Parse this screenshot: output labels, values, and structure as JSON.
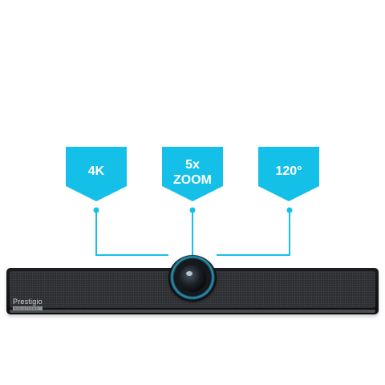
{
  "features": [
    {
      "label_line1": "4K",
      "label_line2": ""
    },
    {
      "label_line1": "5x",
      "label_line2": "ZOOM"
    },
    {
      "label_line1": "120°",
      "label_line2": ""
    }
  ],
  "device": {
    "brand": "Prestigio",
    "sub_brand": "SOLUTIONS"
  },
  "colors": {
    "accent": "#15c0e8",
    "device_body": "#2d2f33",
    "camera_ring": "#2b9fc0"
  },
  "icons": [
    "conference-camera-soundbar",
    "camera-lens-icon"
  ]
}
